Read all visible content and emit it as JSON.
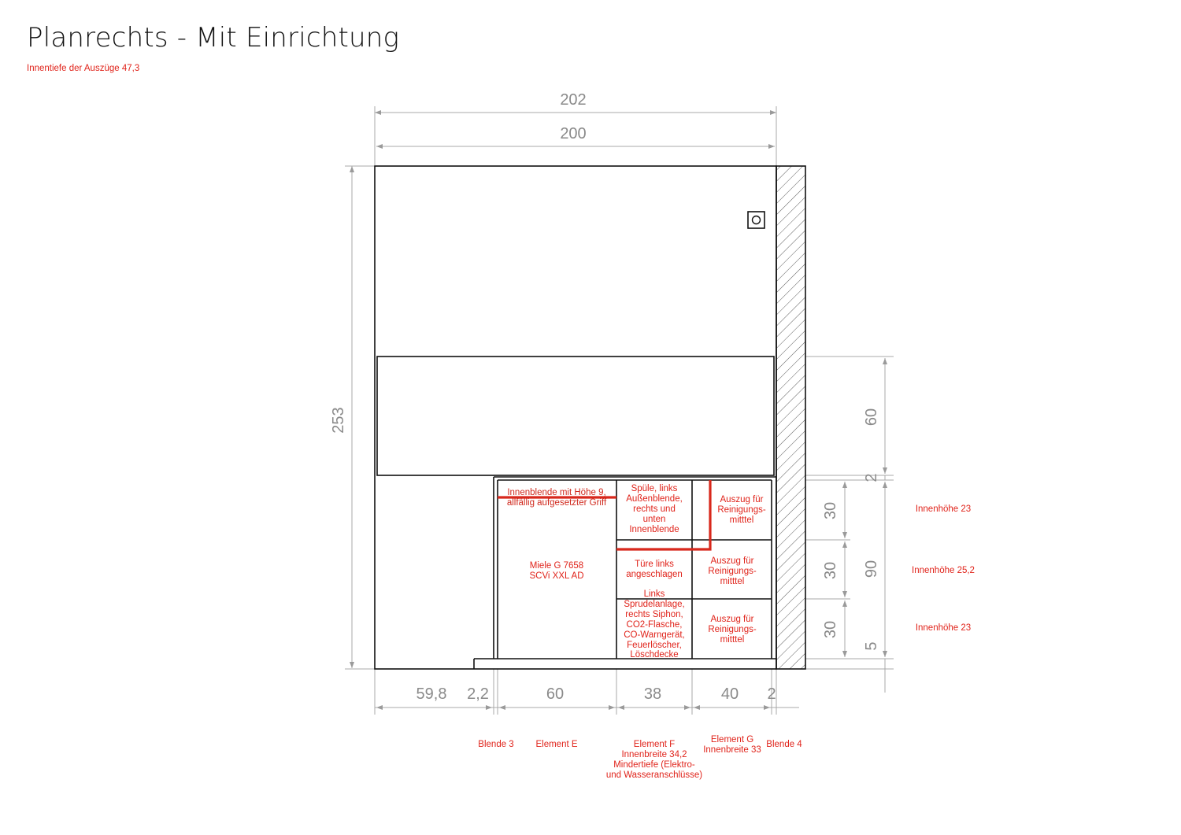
{
  "page": {
    "title": "Planrechts - Mit Einrichtung",
    "subtitle": "Innentiefe der Auszüge 47,3"
  },
  "dimensions": {
    "total_width": "202",
    "inner_width": "200",
    "total_height": "253",
    "right_upper": "60",
    "right_gap": "2",
    "right_middle": "90",
    "right_bottom": "5",
    "row1": "30",
    "row2": "30",
    "row3": "30",
    "bottom_a": "59,8",
    "bottom_b": "2,2",
    "bottom_c": "60",
    "bottom_d": "38",
    "bottom_e": "40",
    "bottom_f": "2"
  },
  "cabinets": {
    "innenblende": [
      "Innenblende mit Höhe 9,",
      "allfällig aufgesetzter Griff"
    ],
    "dishwasher": [
      "Miele G 7658",
      "SCVi XXL AD"
    ],
    "sink": [
      "Spüle, links",
      "Außenblende,",
      "rechts und",
      "unten",
      "Innenblende"
    ],
    "door": [
      "Türe links",
      "angeschlagen"
    ],
    "lower_f": [
      "Links",
      "Sprudelanlage,",
      "rechts Siphon,",
      "CO2-Flasche,",
      "CO-Warngerät,",
      "Feuerlöscher,",
      "Löschdecke"
    ],
    "drawer1": [
      "Auszug für",
      "Reinigungs-",
      "mitttel"
    ],
    "drawer2": [
      "Auszug für",
      "Reinigungs-",
      "mitttel"
    ],
    "drawer3": [
      "Auszug für",
      "Reinigungs-",
      "mitttel"
    ]
  },
  "heights": {
    "h1": "Innenhöhe 23",
    "h2": "Innenhöhe 25,2",
    "h3": "Innenhöhe 23"
  },
  "elements": {
    "blende3": "Blende 3",
    "element_e": "Element E",
    "element_f": [
      "Element F",
      "Innenbreite 34,2",
      "Mindertiefe (Elektro-",
      "und Wasseranschlüsse)"
    ],
    "element_g": [
      "Element G",
      "Innenbreite 33"
    ],
    "blende4": "Blende 4"
  },
  "colors": {
    "accent": "#e0231a",
    "lines": "#111111",
    "dimension": "#8a8a8a"
  }
}
